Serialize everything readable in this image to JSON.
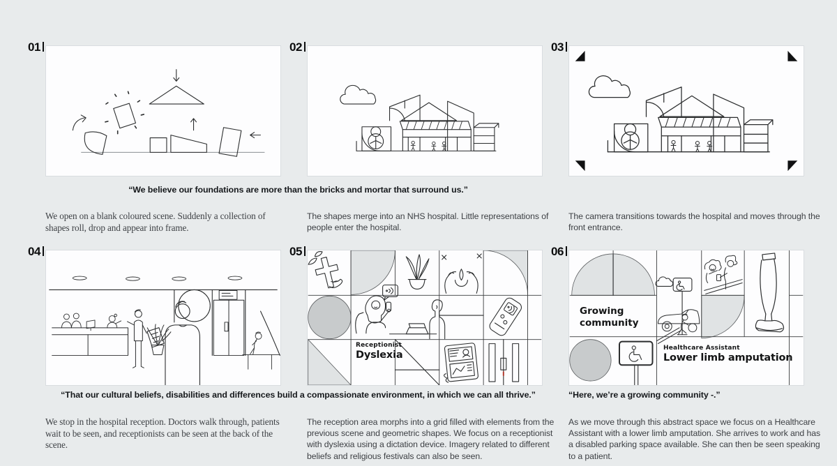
{
  "page": {
    "background": "#e8ebec",
    "frame_background": "#fdfdfe",
    "line_color": "#2b2d2e",
    "gray_fill_light": "#e0e3e4",
    "gray_fill_dark": "#c8cbcc",
    "accent_red": "#b23b2f"
  },
  "quotes": {
    "row1": "“We believe our foundations are more than the bricks and mortar that surround us.”",
    "row2": "“That our cultural beliefs, disabilities and differences build a compassionate environment, in which we can all thrive.”",
    "row3": "“Here, we’re a growing community -.”"
  },
  "panels": [
    {
      "number": "01",
      "caption": "We open on a blank coloured scene. Suddenly a collection of shapes roll, drop and appear into frame."
    },
    {
      "number": "02",
      "caption": "The shapes merge into an NHS hospital. Little representations of people enter the hospital."
    },
    {
      "number": "03",
      "caption": "The camera transitions towards the hospital and moves through the front entrance."
    },
    {
      "number": "04",
      "caption": "We stop in the hospital reception. Doctors walk through, patients wait to be seen, and receptionists can be seen at the back of the scene."
    },
    {
      "number": "05",
      "caption": "The reception area morphs into a grid filled with elements from the previous scene and geometric shapes. We focus on a receptionist with dyslexia using a dictation device. Imagery related to different beliefs and religious festivals can also be seen.",
      "labels": {
        "role": "Receptionist",
        "detail": "Dyslexia"
      }
    },
    {
      "number": "06",
      "caption": "As we move through this abstract space we focus on a Healthcare Assistant with a lower limb amputation. She arrives to work and has a disabled parking space available. She can then be seen speaking to a patient.",
      "labels": {
        "community": "Growing community",
        "role": "Healthcare Assistant",
        "detail": "Lower limb amputation"
      }
    }
  ]
}
